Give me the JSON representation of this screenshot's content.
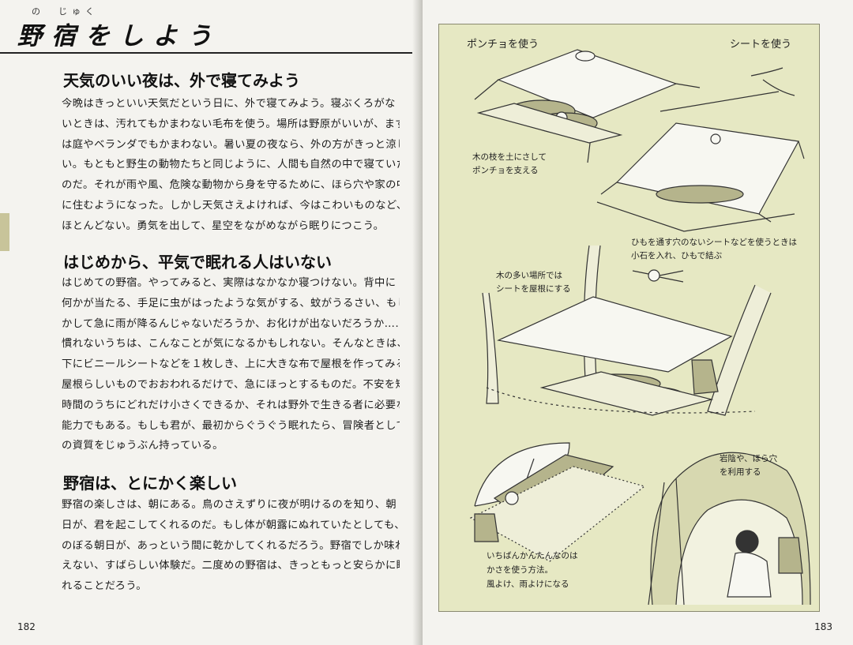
{
  "left_page": {
    "title_ruby": "の　じゅく",
    "title": "野宿をしよう",
    "sections": [
      {
        "heading": "天気のいい夜は、外で寝てみよう",
        "lines": [
          "今晩はきっといい天気だという日に、外で寝てみよう。寝ぶくろがな",
          "いときは、汚れてもかまわない毛布を使う。場所は野原がいいが、まず",
          "は庭やベランダでもかまわない。暑い夏の夜なら、外の方がきっと涼し",
          "い。もともと野生の動物たちと同じように、人間も自然の中で寝ていた",
          "のだ。それが雨や風、危険な動物から身を守るために、ほら穴や家の中",
          "に住むようになった。しかし天気さえよければ、今はこわいものなど、",
          "ほとんどない。勇気を出して、星空をながめながら眠りにつこう。"
        ]
      },
      {
        "heading": "はじめから、平気で眠れる人はいない",
        "lines": [
          "はじめての野宿。やってみると、実際はなかなか寝つけない。背中に",
          "何かが当たる、手足に虫がはったような気がする、蚊がうるさい、もし",
          "かして急に雨が降るんじゃないだろうか、お化けが出ないだろうか……",
          "慣れないうちは、こんなことが気になるかもしれない。そんなときは、",
          "下にビニールシートなどを１枚しき、上に大きな布で屋根を作ってみる。",
          "屋根らしいものでおおわれるだけで、急にほっとするものだ。不安を短",
          "時間のうちにどれだけ小さくできるか、それは野外で生きる者に必要な",
          "能力でもある。もしも君が、最初からぐうぐう眠れたら、冒険者として",
          "の資質をじゅうぶん持っている。"
        ]
      },
      {
        "heading": "野宿は、とにかく楽しい",
        "lines": [
          "野宿の楽しさは、朝にある。鳥のさえずりに夜が明けるのを知り、朝",
          "日が、君を起こしてくれるのだ。もし体が朝露にぬれていたとしても、",
          "のぼる朝日が、あっという間に乾かしてくれるだろう。野宿でしか味わ",
          "えない、すばらしい体験だ。二度めの野宿は、きっともっと安らかに眠",
          "れることだろう。"
        ]
      }
    ],
    "page_number": "182"
  },
  "right_page": {
    "labels": {
      "poncho": "ポンチョを使う",
      "sheet": "シートを使う",
      "branch_1": "木の枝を土にさして",
      "branch_2": "ポンチョを支える",
      "string_1": "ひもを通す穴のないシートなどを使うときは",
      "string_2": "小石を入れ、ひもで結ぶ",
      "trees_1": "木の多い場所では",
      "trees_2": "シートを屋根にする",
      "cave_1": "岩陰や、ほら穴",
      "cave_2": "を利用する",
      "umbrella_1": "いちばんかんたんなのは",
      "umbrella_2": "かさを使う方法。",
      "umbrella_3": "風よけ、雨よけになる"
    },
    "page_number": "183"
  }
}
